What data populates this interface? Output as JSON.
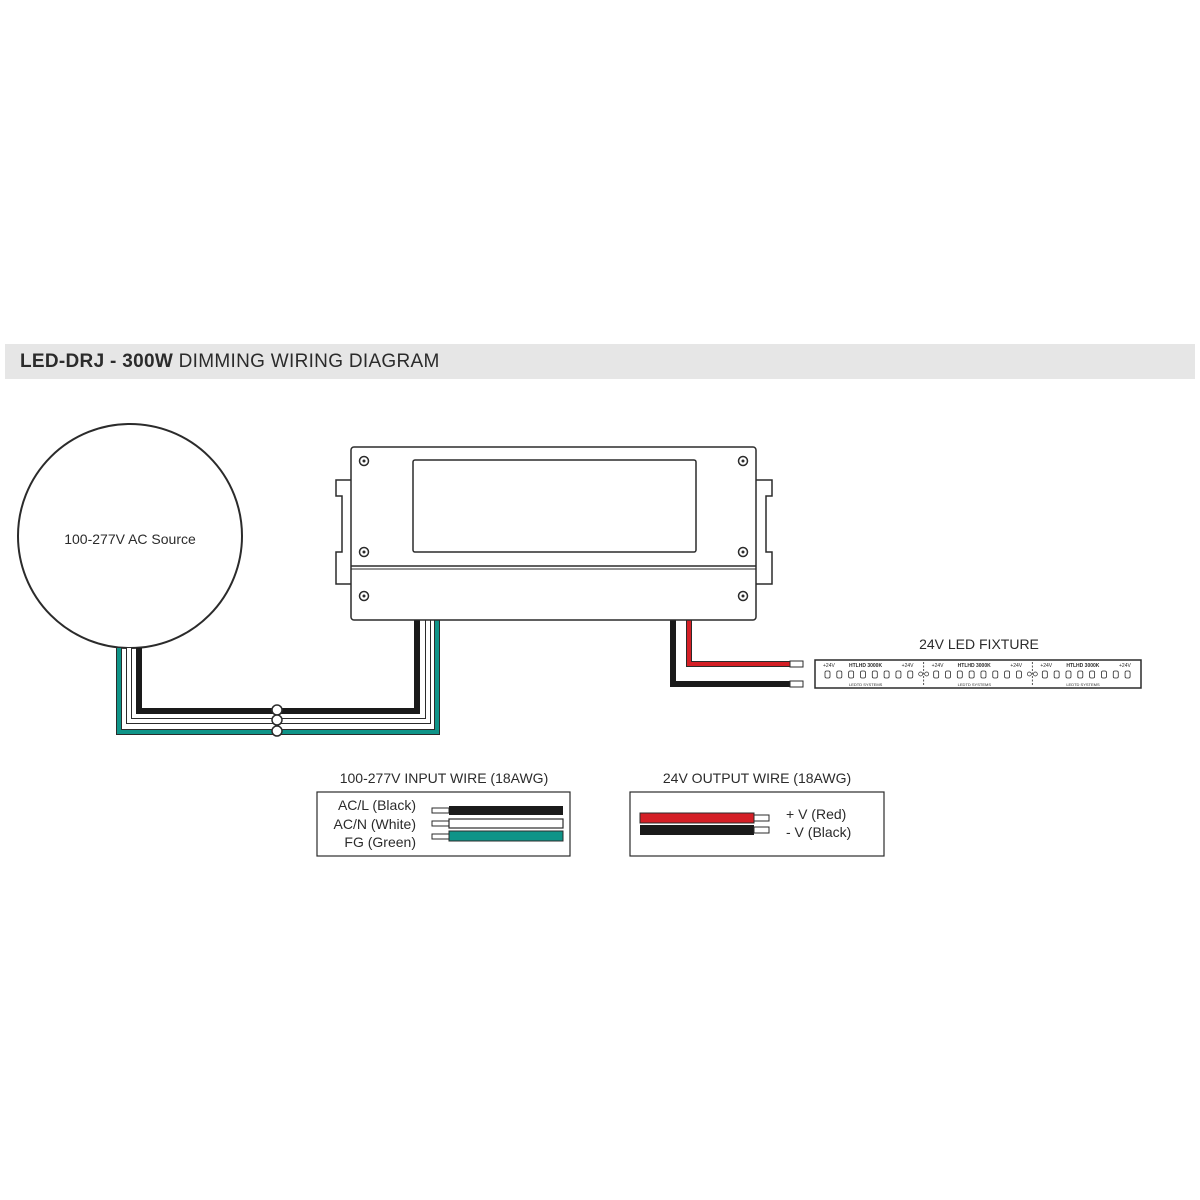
{
  "header": {
    "model": "LED-DRJ - 300W",
    "title": "DIMMING WIRING DIAGRAM"
  },
  "source": {
    "label": "100-277V AC Source"
  },
  "fixture": {
    "label": "24V LED FIXTURE",
    "segment": {
      "voltage": "+24V",
      "model": "HTLHD 3000K",
      "brand": "LEDTD SYSTEMS"
    }
  },
  "input_wire": {
    "title": "100-277V INPUT WIRE (18AWG)",
    "labels": [
      "AC/L (Black)",
      "AC/N (White)",
      "FG (Green)"
    ]
  },
  "output_wire": {
    "title": "24V OUTPUT WIRE (18AWG)",
    "labels": [
      "+ V (Red)",
      "- V (Black)"
    ]
  },
  "colors": {
    "black_wire": "#1a1a1a",
    "white_wire": "#ffffff",
    "green_wire": "#0f9488",
    "red_wire": "#d41f26",
    "outline": "#2b2b2b",
    "header_bg": "#e6e6e6"
  }
}
